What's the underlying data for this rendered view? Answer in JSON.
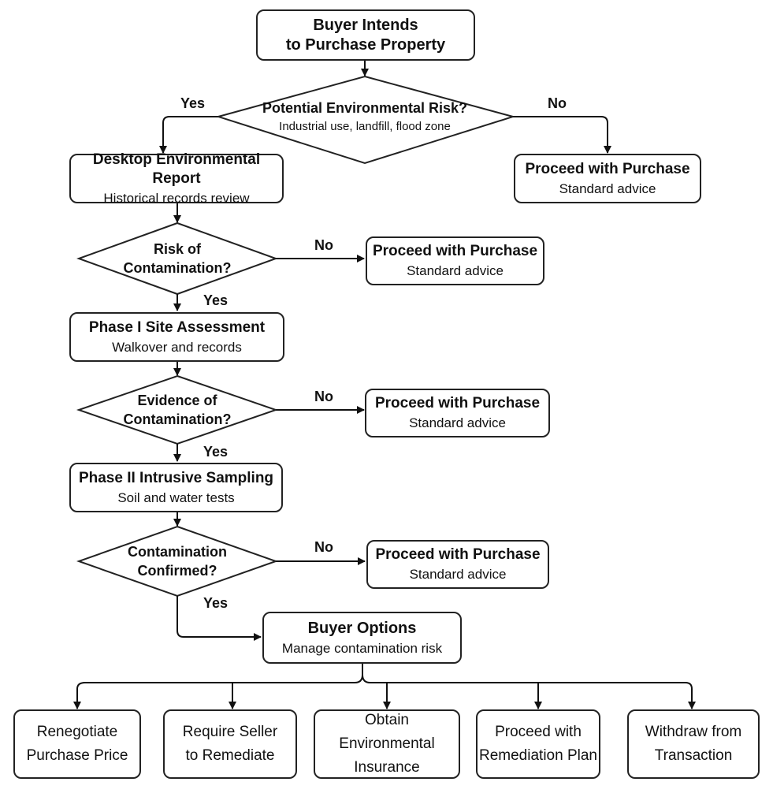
{
  "start": {
    "title": "Buyer Intends\nto Purchase Property"
  },
  "decision1": {
    "title": "Potential Environmental Risk?",
    "subtitle": "Industrial use, landfill, flood zone"
  },
  "desktop_report": {
    "title": "Desktop Environmental Report",
    "subtitle": "Historical records review"
  },
  "decision2": {
    "title": "Risk of\nContamination?"
  },
  "phase1": {
    "title": "Phase I Site Assessment",
    "subtitle": "Walkover and records"
  },
  "decision3": {
    "title": "Evidence of\nContamination?"
  },
  "phase2": {
    "title": "Phase II Intrusive Sampling",
    "subtitle": "Soil and water tests"
  },
  "decision4": {
    "title": "Contamination\nConfirmed?"
  },
  "buyer_options": {
    "title": "Buyer Options",
    "subtitle": "Manage contamination risk"
  },
  "proceed_boxes": [
    {
      "title": "Proceed with Purchase",
      "subtitle": "Standard advice"
    },
    {
      "title": "Proceed with Purchase",
      "subtitle": "Standard advice"
    },
    {
      "title": "Proceed with Purchase",
      "subtitle": "Standard advice"
    },
    {
      "title": "Proceed with Purchase",
      "subtitle": "Standard advice"
    }
  ],
  "labels": {
    "yes": "Yes",
    "no": "No"
  },
  "options": [
    {
      "title": "Renegotiate\nPurchase Price"
    },
    {
      "title": "Require Seller\nto Remediate"
    },
    {
      "title": "Obtain Environmental\nInsurance"
    },
    {
      "title": "Proceed with\nRemediation Plan"
    },
    {
      "title": "Withdraw from\nTransaction"
    }
  ]
}
